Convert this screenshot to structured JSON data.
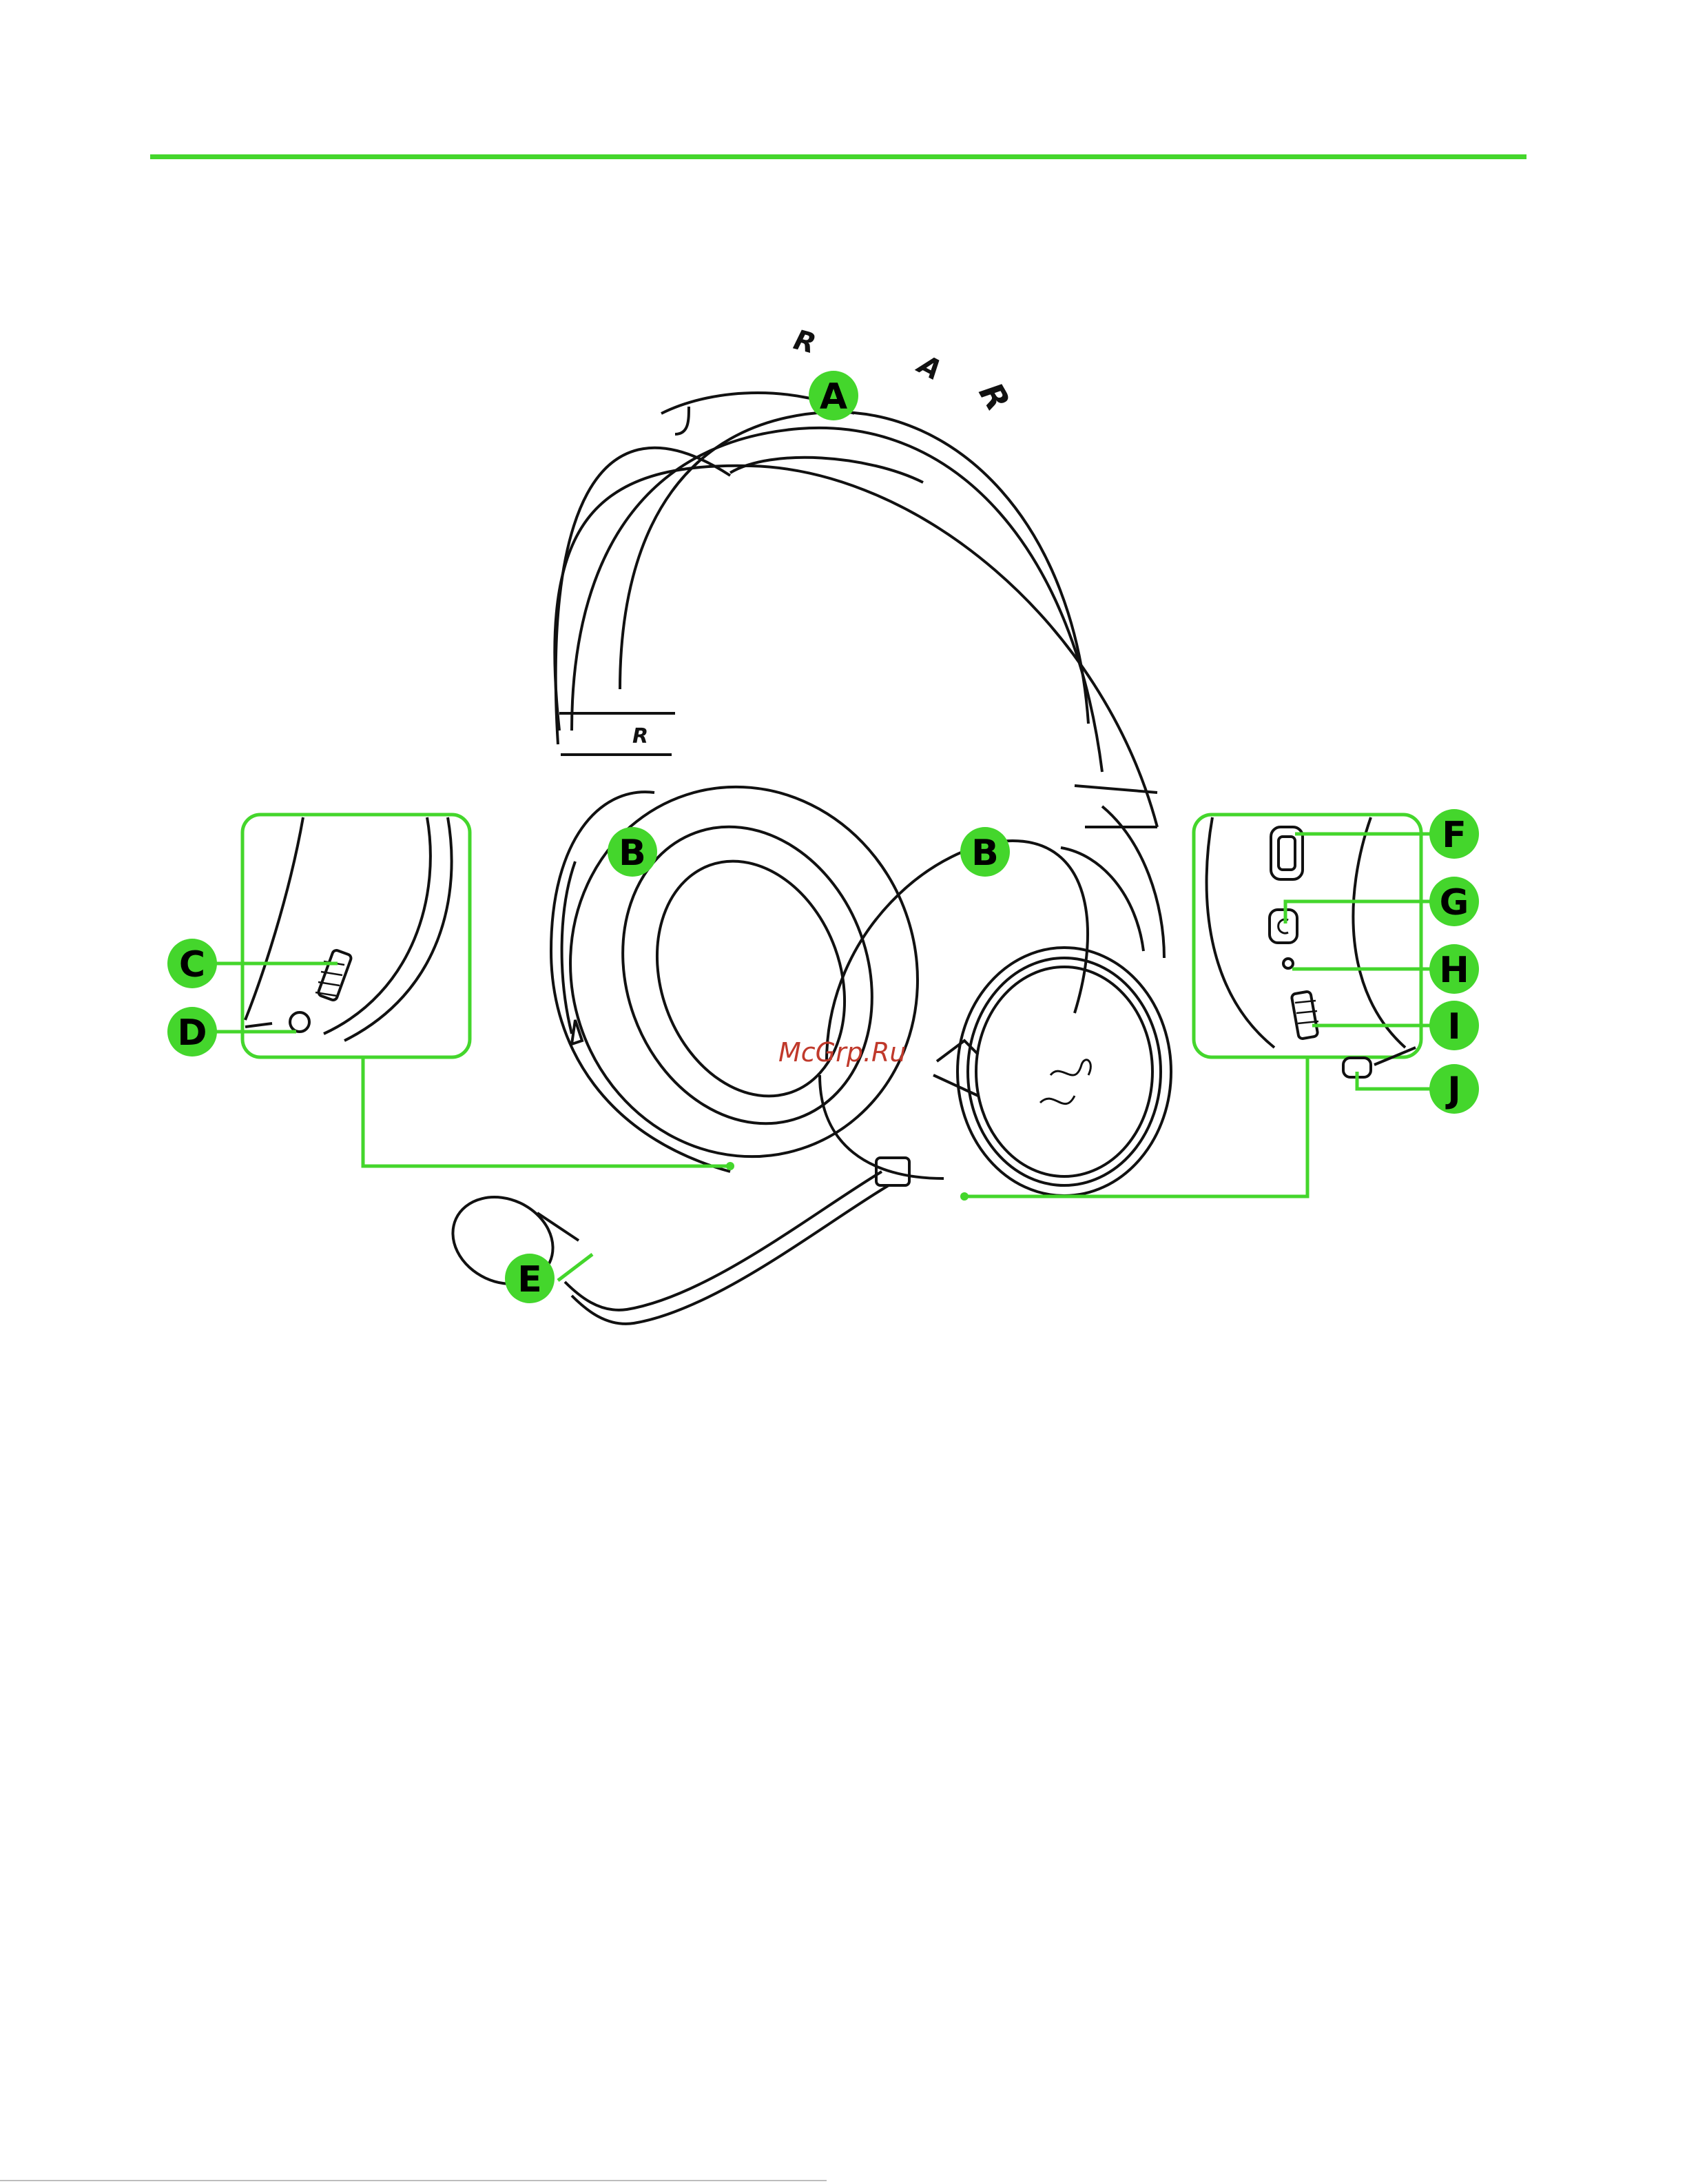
{
  "colors": {
    "accent": "#44d62c",
    "line_art": "#111111",
    "watermark": "#c0392b"
  },
  "figure": {
    "subject": "headset-line-drawing",
    "headband_letters": [
      "R",
      "A",
      "R"
    ],
    "band_tag": "R",
    "callouts": [
      "A",
      "B",
      "B",
      "C",
      "D",
      "E",
      "F",
      "G",
      "H",
      "I",
      "J"
    ]
  },
  "watermark": "McGrp.Ru"
}
